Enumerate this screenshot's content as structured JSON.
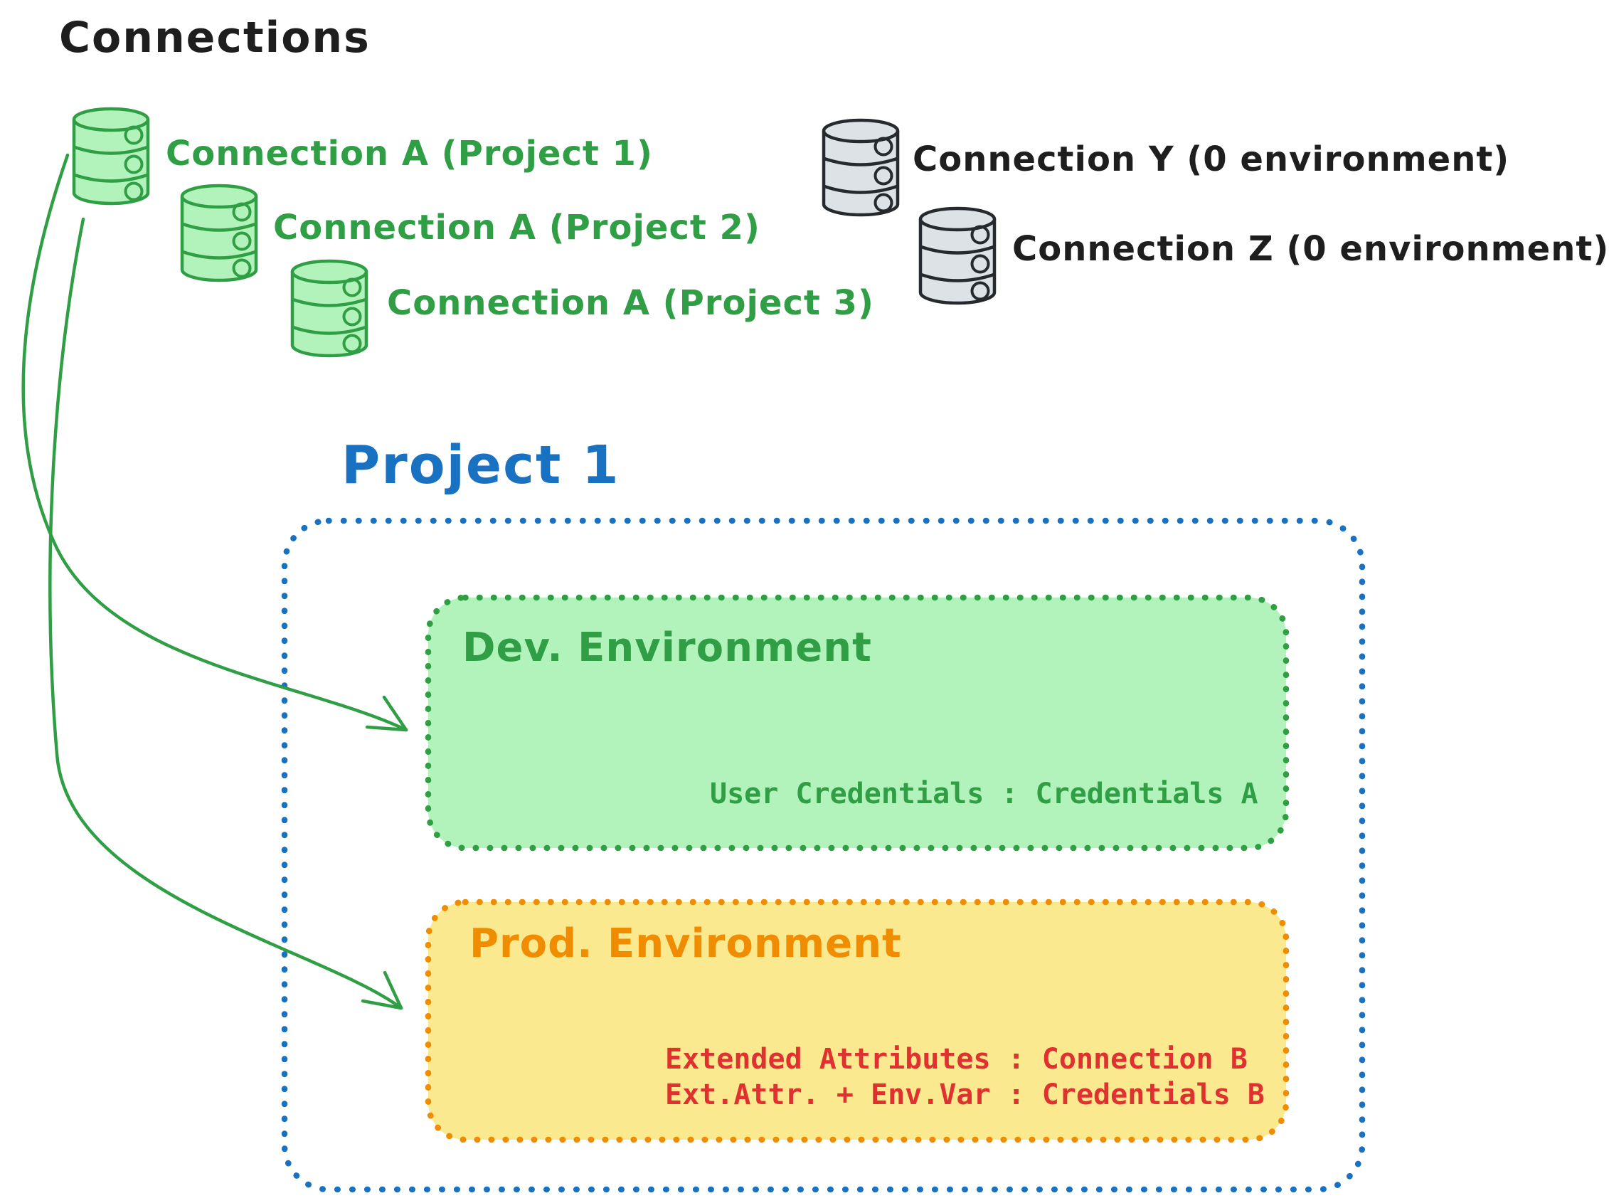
{
  "title": "Connections",
  "palette": {
    "green_stroke": "#2f9e44",
    "green_fill": "#b2f2bb",
    "gray_stroke": "#26292d",
    "gray_fill": "#dde2e6",
    "blue": "#1971c2",
    "orange": "#f08c00",
    "yellow_fill": "#fae98e",
    "red": "#e03131",
    "ink": "#1e1e1e"
  },
  "connections": {
    "green": [
      {
        "label": "Connection A (Project 1)"
      },
      {
        "label": "Connection A (Project 2)"
      },
      {
        "label": "Connection A (Project 3)"
      }
    ],
    "gray": [
      {
        "label": "Connection Y (0 environment)"
      },
      {
        "label": "Connection Z (0 environment)"
      }
    ]
  },
  "project": {
    "title": "Project 1",
    "dev": {
      "label": "Dev. Environment",
      "mapping": "User Credentials : Credentials A"
    },
    "prod": {
      "label": "Prod. Environment",
      "mappings": [
        "Extended Attributes : Connection B",
        "Ext.Attr. + Env.Var : Credentials B"
      ]
    }
  }
}
